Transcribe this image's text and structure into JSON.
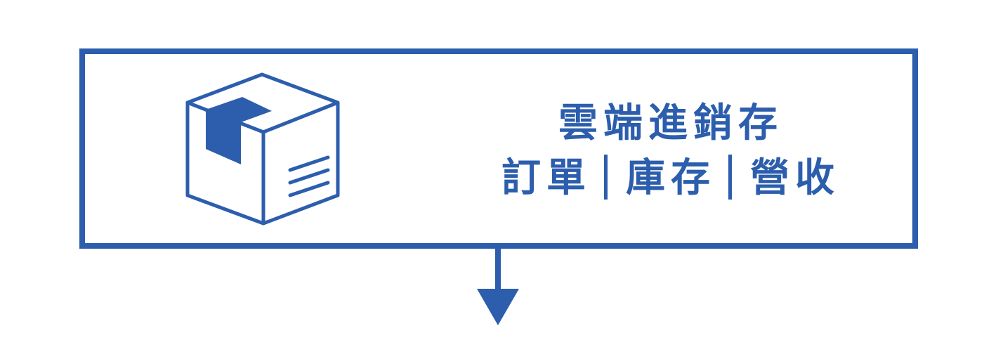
{
  "card": {
    "title": "雲端進銷存",
    "features": [
      "訂單",
      "庫存",
      "營收"
    ]
  },
  "icons": {
    "main": "package-box-icon",
    "flow": "arrow-down-icon"
  },
  "colors": {
    "accent": "#2c5ead",
    "background": "#ffffff"
  }
}
